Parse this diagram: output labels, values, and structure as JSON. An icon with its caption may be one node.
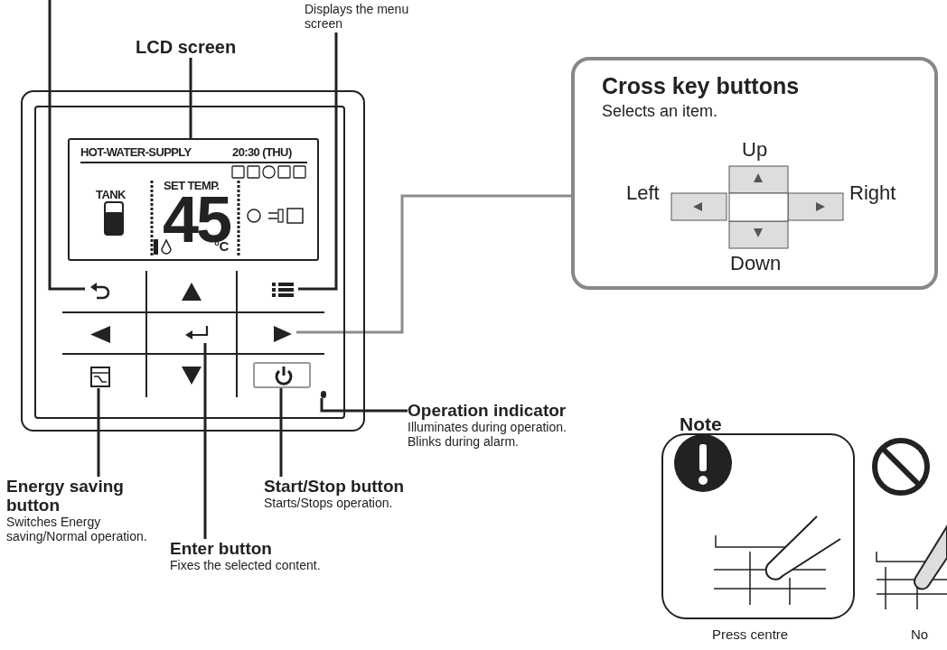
{
  "diagram": {
    "nodes": [
      {
        "text": [],
        "shape": "box"
      },
      {
        "text": [
          "HOT-WATER-SUPPLY",
          "20:30 (THU)",
          "TANK",
          "SET TEMP.",
          "45",
          "°C"
        ],
        "in": 0
      },
      {
        "text": [],
        "shape": "button",
        "in": 0
      },
      {
        "text": [],
        "shape": "button",
        "in": 0
      },
      {
        "text": [],
        "shape": "button",
        "in": 0
      },
      {
        "text": [],
        "shape": "button",
        "in": 0
      },
      {
        "text": [],
        "shape": "button",
        "in": 0
      },
      {
        "text": [],
        "shape": "button",
        "in": 0
      },
      {
        "text": [],
        "shape": "button",
        "in": 0
      },
      {
        "text": [],
        "shape": "button",
        "in": 0
      },
      {
        "text": [],
        "shape": "button",
        "in": 0
      },
      {
        "text": [],
        "shape": "box",
        "in": 0
      },
      {
        "text": [
          "LCD screen"
        ]
      },
      {
        "text": [
          "Displays the menu screen"
        ]
      },
      {
        "text": [
          "Cross key buttons",
          "Selects an item."
        ]
      },
      {
        "text": [
          "Energy saving button",
          "Switches Energy saving/Normal operation."
        ]
      },
      {
        "text": [
          "Enter button",
          "Fixes the selected content."
        ]
      },
      {
        "text": [
          "Start/Stop button",
          "Starts/Stops operation."
        ]
      },
      {
        "text": [
          "Operation indicator",
          "Illuminates during operation. Blinks during alarm."
        ]
      }
    ],
    "edges": [
      {
        "from": null,
        "to": 2,
        "arrow": "none"
      },
      {
        "from": 13,
        "to": 4,
        "arrow": "none"
      },
      {
        "from": 12,
        "to": 1,
        "arrow": "none"
      },
      {
        "from": 14,
        "to": 7,
        "arrow": "none",
        "color": "#8c8c8c"
      },
      {
        "from": 16,
        "to": 6,
        "arrow": "none"
      },
      {
        "from": 15,
        "to": 8,
        "arrow": "none"
      },
      {
        "from": 17,
        "to": 10,
        "arrow": "none"
      },
      {
        "from": 18,
        "to": 11,
        "arrow": "none"
      }
    ],
    "labels": [
      "Up",
      "Left",
      "Right",
      "Down",
      "Note",
      "Press centre",
      "No"
    ]
  }
}
